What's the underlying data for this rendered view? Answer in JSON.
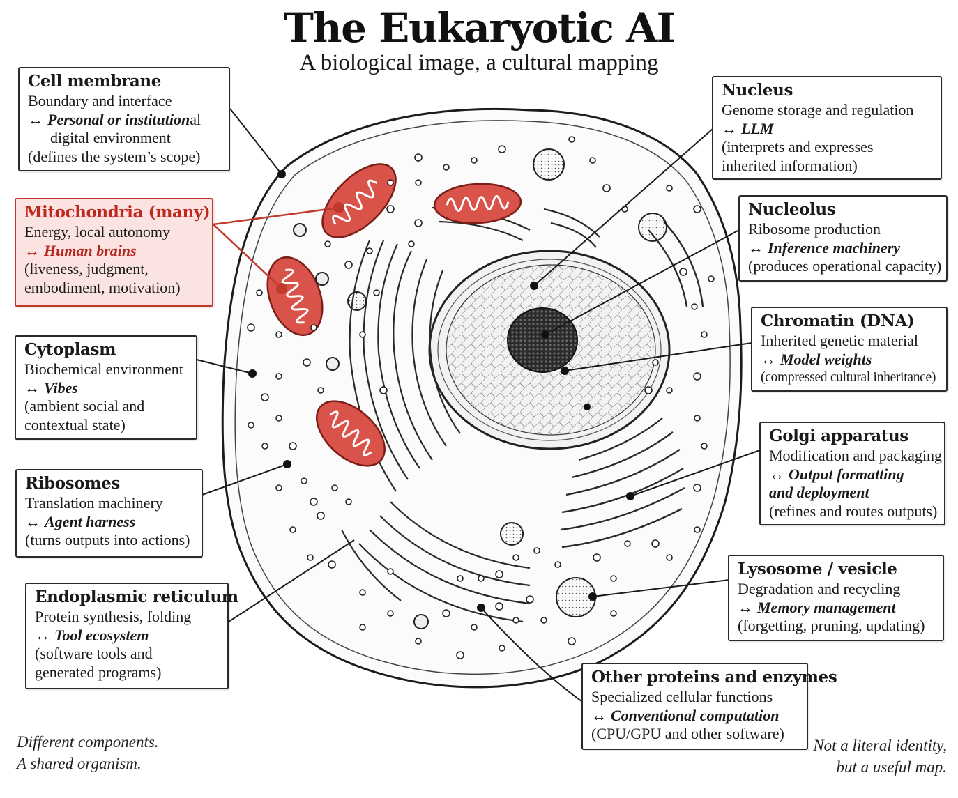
{
  "title": "The Eukaryotic AI",
  "subtitle": "A biological image, a cultural mapping",
  "arrow": "↔",
  "labels": {
    "cell_membrane": {
      "title": "Cell membrane",
      "role": "Boundary and interface",
      "mapping_emph": "Personal or institution",
      "mapping_rest": "al",
      "mapping_line2": "digital environment",
      "note": "(defines the system’s scope)"
    },
    "mitochondria": {
      "title": "Mitochondria (many)",
      "role": "Energy, local autonomy",
      "mapping": "Human brains",
      "note_1": "(liveness, judgment,",
      "note_2": "embodiment, motivation)"
    },
    "cytoplasm": {
      "title": "Cytoplasm",
      "role": "Biochemical environment",
      "mapping": "Vibes",
      "note_1": "(ambient social and",
      "note_2": "contextual state)"
    },
    "ribosomes": {
      "title": "Ribosomes",
      "role": "Translation machinery",
      "mapping": "Agent harness",
      "note": "(turns outputs into actions)"
    },
    "er": {
      "title": "Endoplasmic reticulum",
      "role": "Protein synthesis, folding",
      "mapping": "Tool ecosystem",
      "note_1": "(software tools and",
      "note_2": "generated programs)"
    },
    "nucleus": {
      "title": "Nucleus",
      "role": "Genome storage and regulation",
      "mapping": "LLM",
      "note_1": "(interprets and expresses",
      "note_2": "inherited information)"
    },
    "nucleolus": {
      "title": "Nucleolus",
      "role": "Ribosome production",
      "mapping": "Inference machinery",
      "note": "(produces operational capacity)"
    },
    "chromatin": {
      "title": "Chromatin (DNA)",
      "role": "Inherited genetic material",
      "mapping": "Model weights",
      "note": "(compressed cultural inheritance)"
    },
    "golgi": {
      "title": "Golgi apparatus",
      "role": "Modification and packaging",
      "mapping_1": "Output formatting",
      "mapping_2": "and deployment",
      "note": "(refines and routes outputs)"
    },
    "lysosome": {
      "title": "Lysosome / vesicle",
      "role": "Degradation and recycling",
      "mapping": "Memory management",
      "note": "(forgetting, pruning, updating)"
    },
    "other_proteins": {
      "title": "Other proteins and enzymes",
      "role": "Specialized cellular functions",
      "mapping": "Conventional computation",
      "note": "(CPU/GPU and other software)"
    }
  },
  "footnote_left": [
    "Different components.",
    "A shared organism."
  ],
  "footnote_right": [
    "Not a literal identity,",
    "but a useful map."
  ],
  "colors": {
    "ink": "#1a1a1a",
    "accent_red": "#c0392b",
    "highlight_fill": "#fbe3e1",
    "mitochondria_fill": "#d9534a"
  }
}
